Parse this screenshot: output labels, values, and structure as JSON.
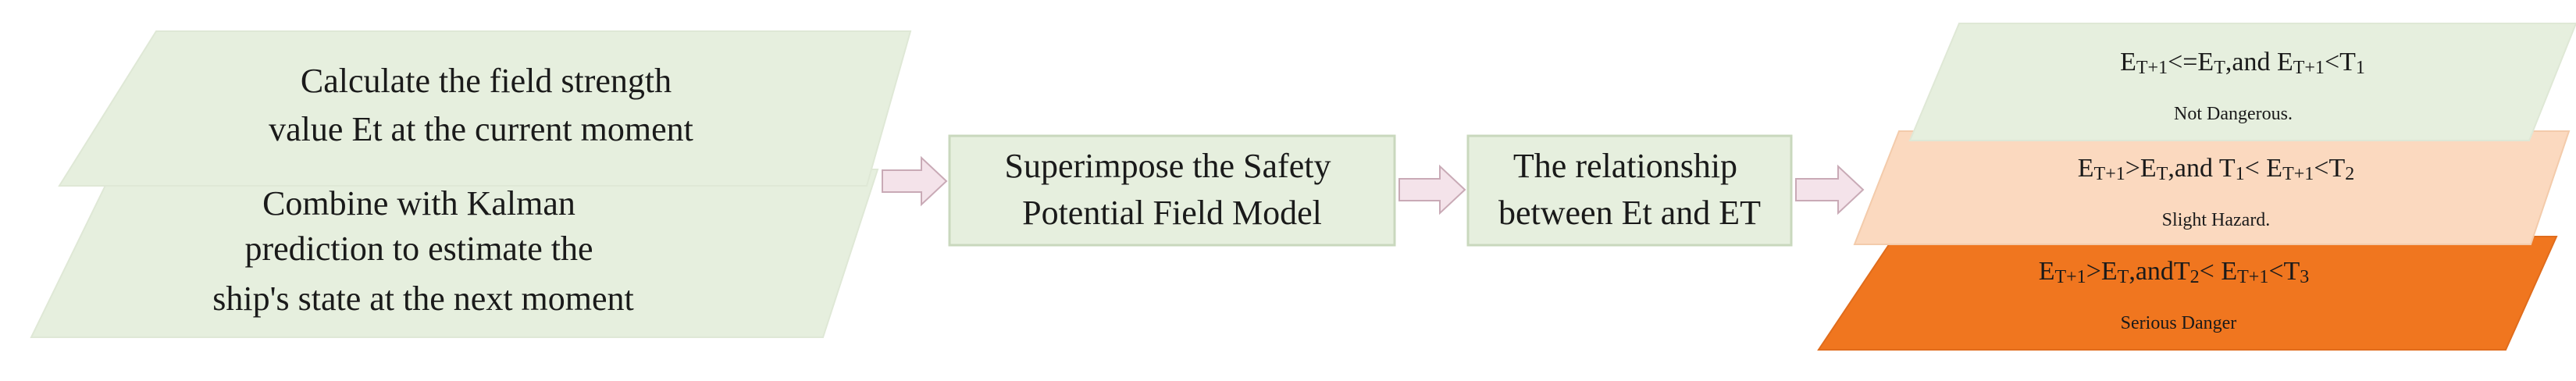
{
  "colors": {
    "green_fill": "#e6efde",
    "green_stroke": "#c9d8bd",
    "peach_fill": "#fbd9bf",
    "orange_fill": "#f0761f",
    "arrow_fill": "#f4e3ea",
    "arrow_stroke": "#c9aab6"
  },
  "input_top": {
    "line1": "Calculate the field strength",
    "line2": "value Et at the current moment"
  },
  "input_bottom": {
    "line1": "Combine with Kalman",
    "line2": "prediction to estimate the",
    "line3": "ship's state at the next moment"
  },
  "step_superimpose": {
    "line1": "Superimpose the Safety",
    "line2": "Potential Field Model"
  },
  "step_relationship": {
    "line1": "The relationship",
    "line2": "between Et and ET"
  },
  "outcomes": [
    {
      "condition": [
        "E",
        "T+1",
        "<=E",
        "T",
        ",and E",
        "T+1",
        "<T",
        "1"
      ],
      "label": "Not Dangerous."
    },
    {
      "condition": [
        "E",
        "T+1",
        ">E",
        "T",
        ",and T",
        "1",
        "< E",
        "T+1",
        "<T",
        "2"
      ],
      "label": "Slight Hazard."
    },
    {
      "condition": [
        "E",
        "T+1",
        ">E",
        "T",
        ",andT",
        "2",
        "< E",
        "T+1",
        "<T",
        "3"
      ],
      "label": "Serious Danger"
    }
  ]
}
